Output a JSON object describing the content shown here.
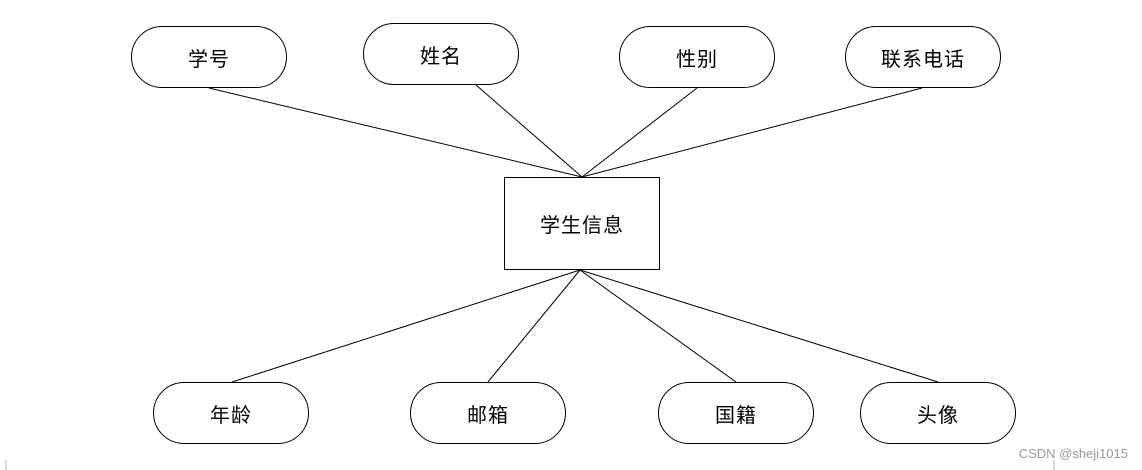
{
  "entity": {
    "label": "学生信息"
  },
  "attributes_top": [
    {
      "label": "学号"
    },
    {
      "label": "姓名"
    },
    {
      "label": "性别"
    },
    {
      "label": "联系电话"
    }
  ],
  "attributes_bottom": [
    {
      "label": "年龄"
    },
    {
      "label": "邮箱"
    },
    {
      "label": "国籍"
    },
    {
      "label": "头像"
    }
  ],
  "watermark": "CSDN @sheji1015",
  "colors": {
    "stroke": "#000000",
    "background": "#ffffff",
    "watermark": "#9a9a9a"
  }
}
